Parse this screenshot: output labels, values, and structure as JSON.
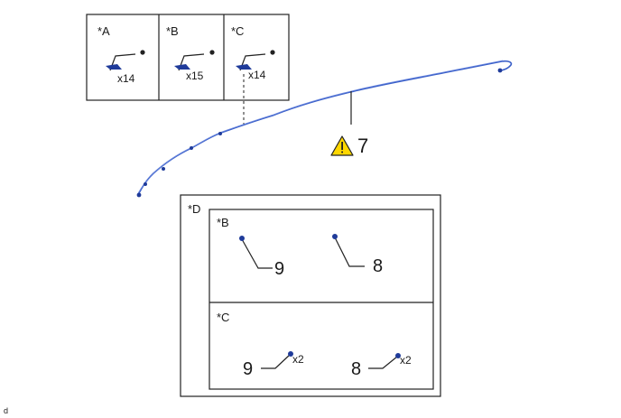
{
  "legend_boxes": {
    "a": {
      "label": "*A",
      "qty": "x14"
    },
    "b": {
      "label": "*B",
      "qty": "x15"
    },
    "c": {
      "label": "*C",
      "qty": "x14"
    }
  },
  "main_callout": {
    "number": "7",
    "warning": true
  },
  "detail_box": {
    "label": "*D",
    "top_panel": {
      "label": "*B",
      "left_callout": "9",
      "right_callout": "8"
    },
    "bottom_panel": {
      "label": "*C",
      "left_callout": "9",
      "left_qty": "x2",
      "right_callout": "8",
      "right_qty": "x2"
    }
  },
  "page_ref": "d",
  "colors": {
    "line": "#222222",
    "harness": "#3a5fc8",
    "clip": "#1f3b9a",
    "warning_fill": "#ffd700"
  }
}
